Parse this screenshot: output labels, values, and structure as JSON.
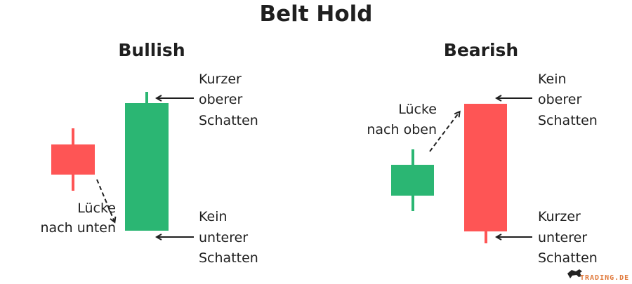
{
  "title": "Belt Hold",
  "colors": {
    "bull": "#2bb673",
    "bear": "#fe5555",
    "text": "#1f1f1f"
  },
  "bullish": {
    "heading": "Bullish",
    "top_note": [
      "Kurzer",
      "oberer",
      "Schatten"
    ],
    "bottom_note": [
      "Kein",
      "unterer",
      "Schatten"
    ],
    "gap_note": [
      "Lücke",
      "nach unten"
    ]
  },
  "bearish": {
    "heading": "Bearish",
    "top_note": [
      "Kein",
      "oberer",
      "Schatten"
    ],
    "bottom_note": [
      "Kurzer",
      "unterer",
      "Schatten"
    ],
    "gap_note": [
      "Lücke",
      "nach oben"
    ]
  },
  "logo": {
    "text": "TRADING.DE"
  }
}
